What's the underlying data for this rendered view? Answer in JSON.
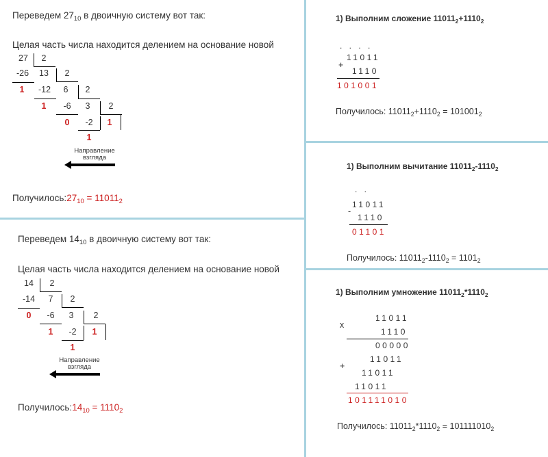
{
  "left_top": {
    "heading": {
      "pre": "Переведем 27",
      "sub": "10",
      "post": " в двоичную систему вот так:"
    },
    "explain": "Целая часть числа находится делением на основание новой",
    "grid": {
      "dividends": [
        "27",
        "13",
        "6",
        "3"
      ],
      "divisors": [
        "2",
        "2",
        "2",
        "2"
      ],
      "subtracted": [
        "-26",
        "-12",
        "-6",
        "-2"
      ],
      "remainders": [
        "1",
        "1",
        "0",
        "1"
      ],
      "final_quotient": "1"
    },
    "arrow_label_1": "Направление",
    "arrow_label_2": "взгляда",
    "result": {
      "label": "Получилось:",
      "a": "27",
      "a_sub": "10",
      "eq": " = 11011",
      "b_sub": "2"
    }
  },
  "left_bottom": {
    "heading": {
      "pre": "Переведем 14",
      "sub": "10",
      "post": " в двоичную систему вот так:"
    },
    "explain": "Целая часть числа находится делением на основание новой",
    "grid": {
      "dividends": [
        "14",
        "7",
        "3"
      ],
      "divisors": [
        "2",
        "2",
        "2"
      ],
      "subtracted": [
        "-14",
        "-6",
        "-2"
      ],
      "remainders": [
        "0",
        "1",
        "1"
      ],
      "final_quotient": "1"
    },
    "arrow_label_1": "Направление",
    "arrow_label_2": "взгляда",
    "result": {
      "label": "Получилось:",
      "a": "14",
      "a_sub": "10",
      "eq": " = 1110",
      "b_sub": "2"
    }
  },
  "add": {
    "title": {
      "pre": "1) Выполним сложение 11011",
      "sub1": "2",
      "mid": "+1110",
      "sub2": "2"
    },
    "carry": ". . . .",
    "sign": "+",
    "row1": "11011",
    "row2": "1110",
    "answer": "101001",
    "result": {
      "pre": "Получилось: 11011",
      "sub1": "2",
      "mid": "+1110",
      "sub2": "2",
      "eq": " = 101001",
      "sub3": "2"
    }
  },
  "sub": {
    "title": {
      "pre": "1) Выполним вычитание 11011",
      "sub1": "2",
      "mid": "-1110",
      "sub2": "2"
    },
    "borrow": ". .",
    "sign": "-",
    "row1": "11011",
    "row2": "1110",
    "answer": "01101",
    "result": {
      "pre": "Получилось: 11011",
      "sub1": "2",
      "mid": "-1110",
      "sub2": "2",
      "eq": " = 1101",
      "sub3": "2"
    }
  },
  "mul": {
    "title": {
      "pre": "1) Выполним умножение 11011",
      "sub1": "2",
      "mid": "*1110",
      "sub2": "2"
    },
    "sign_x": "x",
    "sign_plus": "+",
    "row1": "11011",
    "row2": "1110",
    "p1": "00000",
    "p2": "11011",
    "p3": "11011",
    "p4": "11011",
    "answer": "101111010",
    "result": {
      "pre": "Получилось: 11011",
      "sub1": "2",
      "mid": "*1110",
      "sub2": "2",
      "eq": " = 101111010",
      "sub3": "2"
    }
  }
}
